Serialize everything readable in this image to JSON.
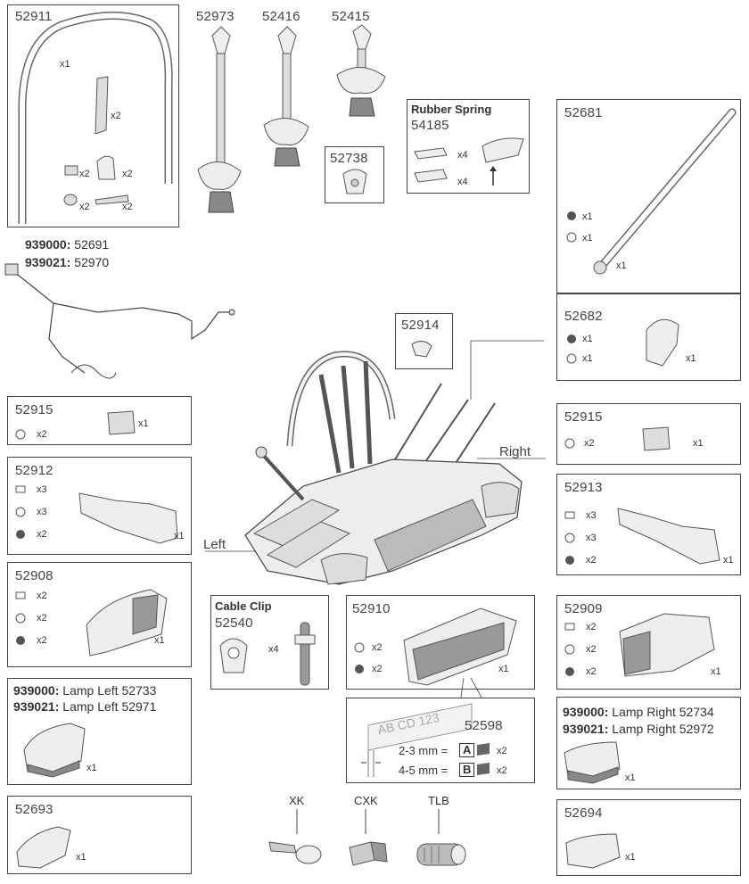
{
  "p52911": {
    "num": "52911",
    "q_frame": "x1",
    "q_clip": "x2",
    "q_bolt": "x2",
    "q_cap": "x2",
    "q_ring": "x2",
    "q_pin": "x2"
  },
  "p52973": {
    "num": "52973"
  },
  "p52416": {
    "num": "52416"
  },
  "p52415": {
    "num": "52415"
  },
  "p52738": {
    "num": "52738"
  },
  "p54185": {
    "title": "Rubber Spring",
    "num": "54185",
    "q1": "x4",
    "q2": "x4"
  },
  "p52681": {
    "num": "52681",
    "q_nut": "x1",
    "q_screw": "x1",
    "q_arm": "x1"
  },
  "cable": {
    "l1_bold": "939000:",
    "l1_num": "52691",
    "l2_bold": "939021:",
    "l2_num": "52970"
  },
  "p52914": {
    "num": "52914"
  },
  "p52682": {
    "num": "52682",
    "q_nut": "x1",
    "q_screw": "x1",
    "q_part": "x1"
  },
  "p52915L": {
    "num": "52915",
    "q_screw": "x2",
    "q_part": "x1"
  },
  "p52915R": {
    "num": "52915",
    "q_screw": "x2",
    "q_part": "x1"
  },
  "p52912": {
    "num": "52912",
    "q1": "x3",
    "q2": "x3",
    "q3": "x2",
    "q_part": "x1"
  },
  "p52913": {
    "num": "52913",
    "q1": "x3",
    "q2": "x3",
    "q3": "x2",
    "q_part": "x1"
  },
  "sides": {
    "left": "Left",
    "right": "Right"
  },
  "p52908": {
    "num": "52908",
    "q1": "x2",
    "q2": "x2",
    "q3": "x2",
    "q_part": "x1"
  },
  "p52909": {
    "num": "52909",
    "q1": "x2",
    "q2": "x2",
    "q3": "x2",
    "q_part": "x1"
  },
  "clip": {
    "title": "Cable Clip",
    "num": "52540",
    "q": "x4"
  },
  "p52910": {
    "num": "52910",
    "q1": "x2",
    "q2": "x2",
    "q_part": "x1"
  },
  "p52598": {
    "num": "52598",
    "plate": "AB CD 123",
    "row1": "2-3 mm =",
    "a": "A",
    "q_a": "x2",
    "row2": "4-5 mm =",
    "b": "B",
    "q_b": "x2"
  },
  "lampL": {
    "l1_bold": "939000:",
    "l1_text": "Lamp Left",
    "l1_num": "52733",
    "l2_bold": "939021:",
    "l2_text": "Lamp Left",
    "l2_num": "52971",
    "q": "x1"
  },
  "lampR": {
    "l1_bold": "939000:",
    "l1_text": "Lamp Right",
    "l1_num": "52734",
    "l2_bold": "939021:",
    "l2_text": "Lamp Right",
    "l2_num": "52972",
    "q": "x1"
  },
  "p52693": {
    "num": "52693",
    "q": "x1"
  },
  "p52694": {
    "num": "52694",
    "q": "x1"
  },
  "keys": {
    "xk": "XK",
    "cxk": "CXK",
    "tlb": "TLB"
  }
}
